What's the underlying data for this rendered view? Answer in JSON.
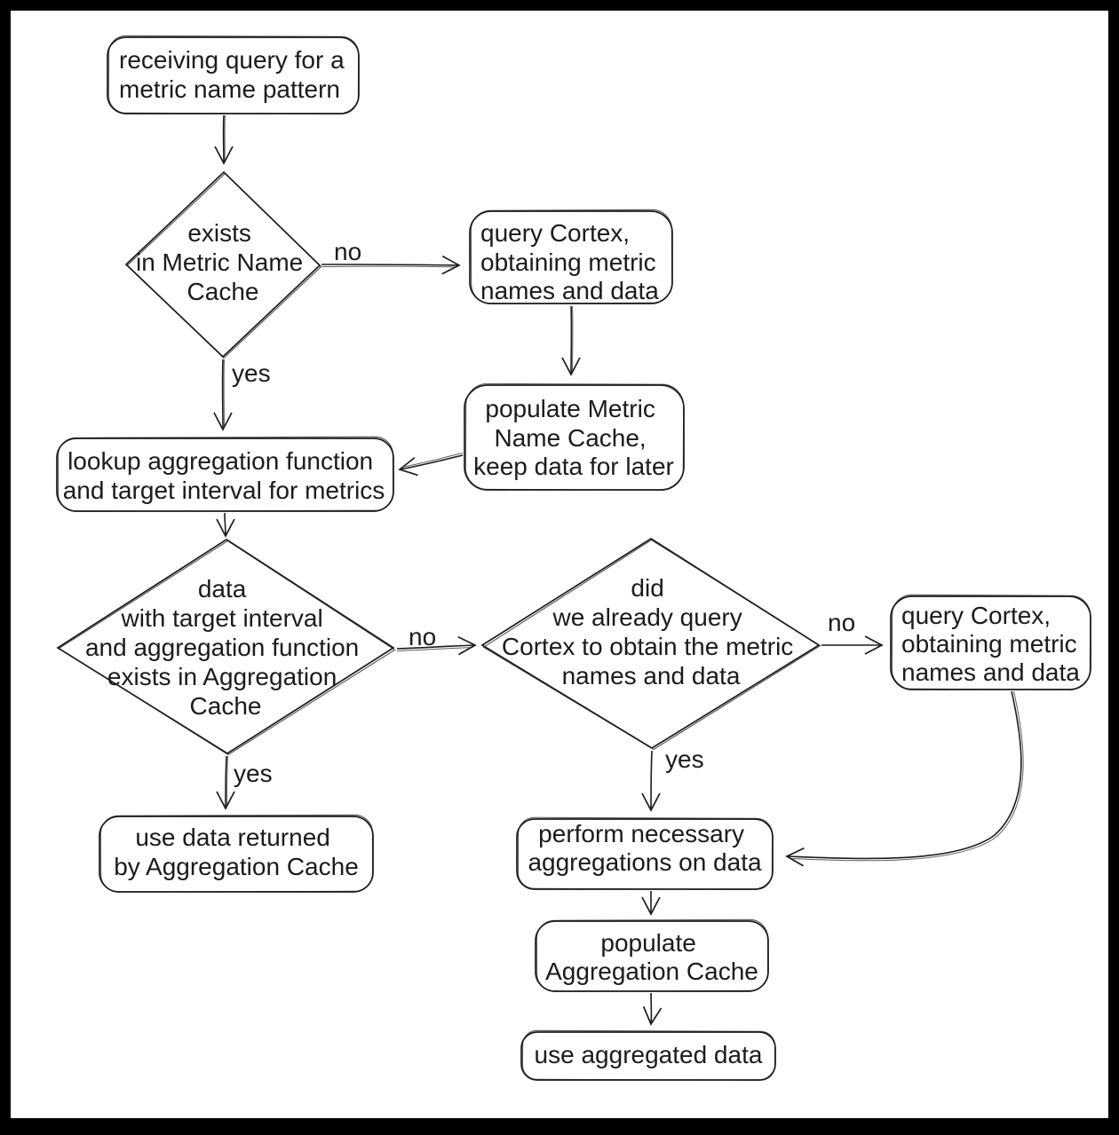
{
  "diagram": {
    "kind": "flowchart",
    "topic": "metric query caching flow",
    "colors": {
      "ink": "#1c1c1c",
      "background": "#ffffff",
      "frame": "#000000"
    }
  },
  "nodes": {
    "receive_query": {
      "type": "process",
      "lines": [
        "receiving query for a",
        "metric name pattern"
      ]
    },
    "exists_metric_name_cache": {
      "type": "decision",
      "lines": [
        "exists",
        "in Metric Name",
        "Cache"
      ]
    },
    "query_cortex_top": {
      "type": "process",
      "lines": [
        "query Cortex,",
        "obtaining metric",
        "names and data"
      ]
    },
    "populate_metric_name_cache": {
      "type": "process",
      "lines": [
        "populate Metric",
        "Name Cache,",
        "keep data for later"
      ]
    },
    "lookup_aggregation": {
      "type": "process",
      "lines": [
        "lookup aggregation function",
        "and target interval for metrics"
      ]
    },
    "data_in_aggregation_cache": {
      "type": "decision",
      "lines": [
        "data",
        "with target interval",
        "and aggregation function",
        "exists in Aggregation",
        "Cache"
      ]
    },
    "already_queried_cortex": {
      "type": "decision",
      "lines": [
        "did",
        "we already query",
        "Cortex to obtain the metric",
        "names and data"
      ]
    },
    "query_cortex_right": {
      "type": "process",
      "lines": [
        "query Cortex,",
        "obtaining metric",
        "names and data"
      ]
    },
    "use_aggregation_cache_data": {
      "type": "process",
      "lines": [
        "use data returned",
        "by Aggregation Cache"
      ]
    },
    "perform_aggregations": {
      "type": "process",
      "lines": [
        "perform necessary",
        "aggregations on data"
      ]
    },
    "populate_aggregation_cache": {
      "type": "process",
      "lines": [
        "populate",
        "Aggregation Cache"
      ]
    },
    "use_aggregated_data": {
      "type": "process",
      "lines": [
        "use aggregated data"
      ]
    }
  },
  "edge_labels": {
    "d1_no": "no",
    "d1_yes": "yes",
    "d2_no": "no",
    "d2_yes": "yes",
    "d3_no": "no",
    "d3_yes": "yes"
  }
}
